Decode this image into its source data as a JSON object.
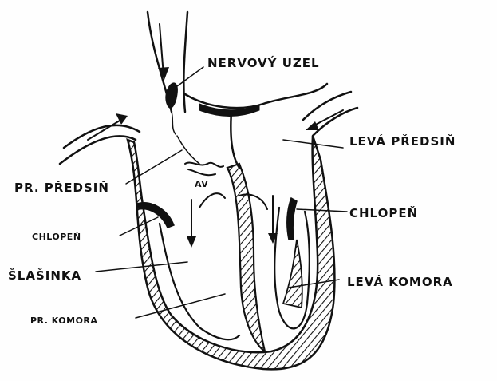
{
  "labels": {
    "nervovy_uzel": "NERVOVÝ UZEL",
    "leva_predsin": "LEVÁ PŘEDSIŇ",
    "pr_predsin": "PR. PŘEDSIŇ",
    "chlopen_right": "CHLOPEŇ",
    "chlopen_left": "CHLOPEŇ",
    "slasinka": "ŠLAŠINKA",
    "pr_komora": "PR. KOMORA",
    "leva_komora": "LEVÁ KOMORA",
    "av": "AV"
  },
  "colors": {
    "ink": "#111111",
    "paper": "#fefefe"
  }
}
